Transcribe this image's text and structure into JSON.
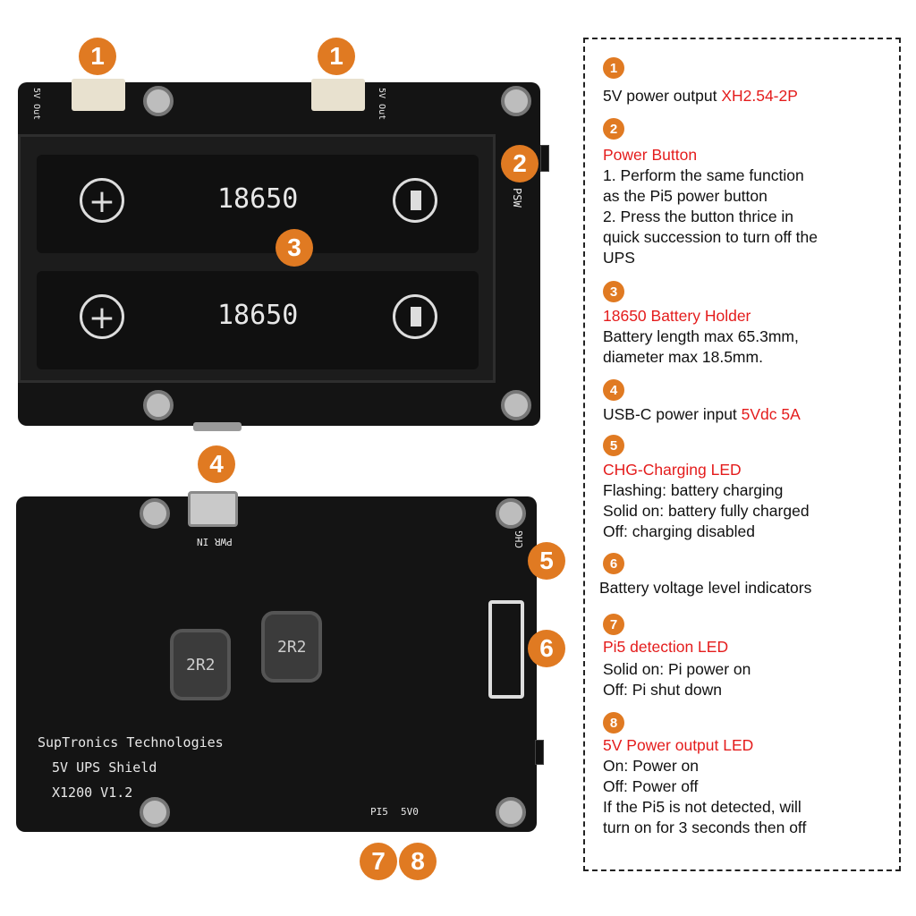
{
  "colors": {
    "accent": "#e07a22",
    "highlight": "#e41c1c",
    "board": "#141414"
  },
  "board_top": {
    "label_5v_out": "5V Out",
    "battery_label": "18650",
    "psw_label": "PSW"
  },
  "board_bottom": {
    "pwr_in_label": "PWR IN",
    "chg_label": "CHG",
    "inductor_label": "2R2",
    "brand_line1": "SupTronics Technologies",
    "brand_line2": "5V UPS Shield",
    "brand_line3": "X1200 V1.2",
    "pi5_label": "PI5",
    "v50_label": "5V0"
  },
  "badges": [
    "1",
    "2",
    "3",
    "4",
    "5",
    "6",
    "7",
    "8"
  ],
  "legend": {
    "s1": {
      "num": "1",
      "text": "5V power output ",
      "highlight": "XH2.54-2P"
    },
    "s2": {
      "num": "2",
      "title": "Power Button",
      "lines": [
        "1. Perform the same function",
        "as the Pi5 power button",
        "2. Press the button thrice in",
        "quick succession to turn off the",
        "UPS"
      ]
    },
    "s3": {
      "num": "3",
      "title": "18650 Battery Holder",
      "lines": [
        "Battery length max 65.3mm,",
        "diameter max 18.5mm."
      ]
    },
    "s4": {
      "num": "4",
      "text": "USB-C power input ",
      "highlight": "5Vdc 5A"
    },
    "s5": {
      "num": "5",
      "title": "CHG-Charging LED",
      "lines": [
        "Flashing: battery charging",
        "Solid on: battery fully charged",
        "Off: charging disabled"
      ]
    },
    "s6": {
      "num": "6",
      "text": "Battery voltage level indicators"
    },
    "s7": {
      "num": "7",
      "title": "Pi5 detection LED",
      "lines": [
        "Solid on: Pi power on",
        "Off: Pi shut down"
      ]
    },
    "s8": {
      "num": "8",
      "title": "5V Power output LED",
      "lines": [
        "On: Power on",
        "Off: Power off",
        "If the Pi5 is not detected, will",
        "turn on for 3 seconds then off"
      ]
    }
  }
}
